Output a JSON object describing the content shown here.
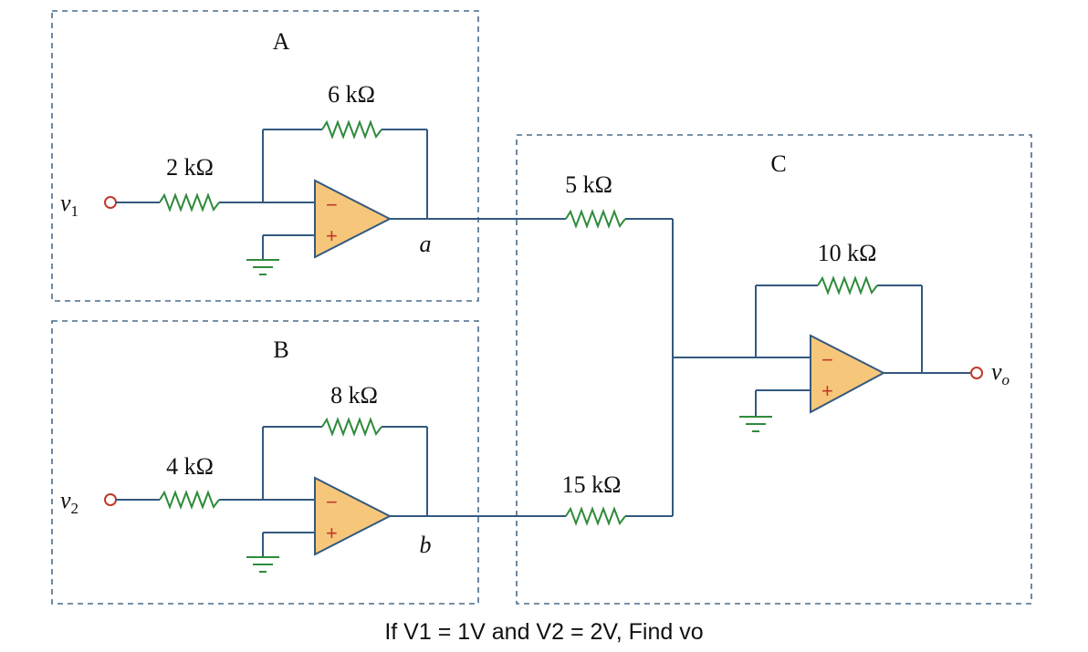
{
  "blocks": {
    "a": "A",
    "b": "B",
    "c": "C"
  },
  "resistors": {
    "r_in_a": "2 kΩ",
    "r_f_a": "6 kΩ",
    "r_in_b": "4 kΩ",
    "r_f_b": "8 kΩ",
    "r_c_top": "5 kΩ",
    "r_c_bottom": "15 kΩ",
    "r_f_c": "10 kΩ"
  },
  "nodes": {
    "a": "a",
    "b": "b"
  },
  "terminals": {
    "v1": {
      "var": "v",
      "sub": "1"
    },
    "v2": {
      "var": "v",
      "sub": "2"
    },
    "vo": {
      "var": "v",
      "sub": "o"
    }
  },
  "opamp_signs": {
    "minus": "−",
    "plus": "+"
  },
  "question": "If V1 = 1V and V2 = 2V, Find vo",
  "colors": {
    "wire": "#33597f",
    "resistor": "#2e8b3a",
    "opamp_fill": "#f6c77b",
    "terminal": "#c0392b",
    "box": "#4a6b8a"
  }
}
